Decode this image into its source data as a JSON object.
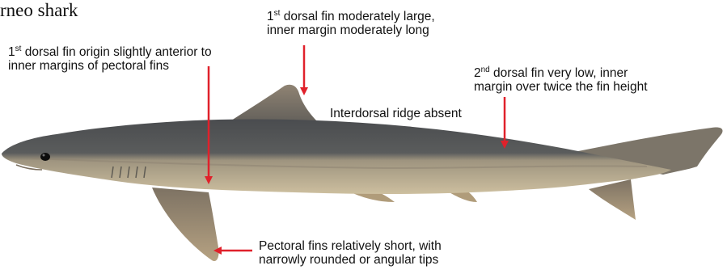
{
  "title": "rneo shark",
  "colors": {
    "arrow": "#e0212b",
    "shark_dorsal": "#56585a",
    "shark_belly": "#c8b89b",
    "fin_tan": "#a38f70"
  },
  "annotations": {
    "first_dorsal_size": {
      "pre": "1",
      "sup": "st",
      "line1_rest": " dorsal fin moderately large,",
      "line2": "inner margin moderately long"
    },
    "first_dorsal_origin": {
      "pre": "1",
      "sup": "st",
      "line1_rest": " dorsal fin origin slightly anterior to",
      "line2": "inner margins of pectoral fins"
    },
    "second_dorsal": {
      "pre": "2",
      "sup": "nd",
      "line1_rest": " dorsal fin very low, inner",
      "line2": "margin over twice the fin height"
    },
    "interdorsal": {
      "text": "Interdorsal ridge absent"
    },
    "pectoral": {
      "line1": "Pectoral fins relatively short, with",
      "line2": "narrowly rounded or angular tips"
    }
  }
}
